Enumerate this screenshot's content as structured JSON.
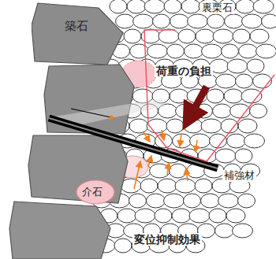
{
  "diagram": {
    "nodes": [
      {
        "text": [
          "築石"
        ]
      },
      {
        "text": [
          "介石"
        ]
      }
    ],
    "labels": [
      "裏栗石",
      "荷重の負担",
      "補強材",
      "変位抑制効果"
    ]
  }
}
